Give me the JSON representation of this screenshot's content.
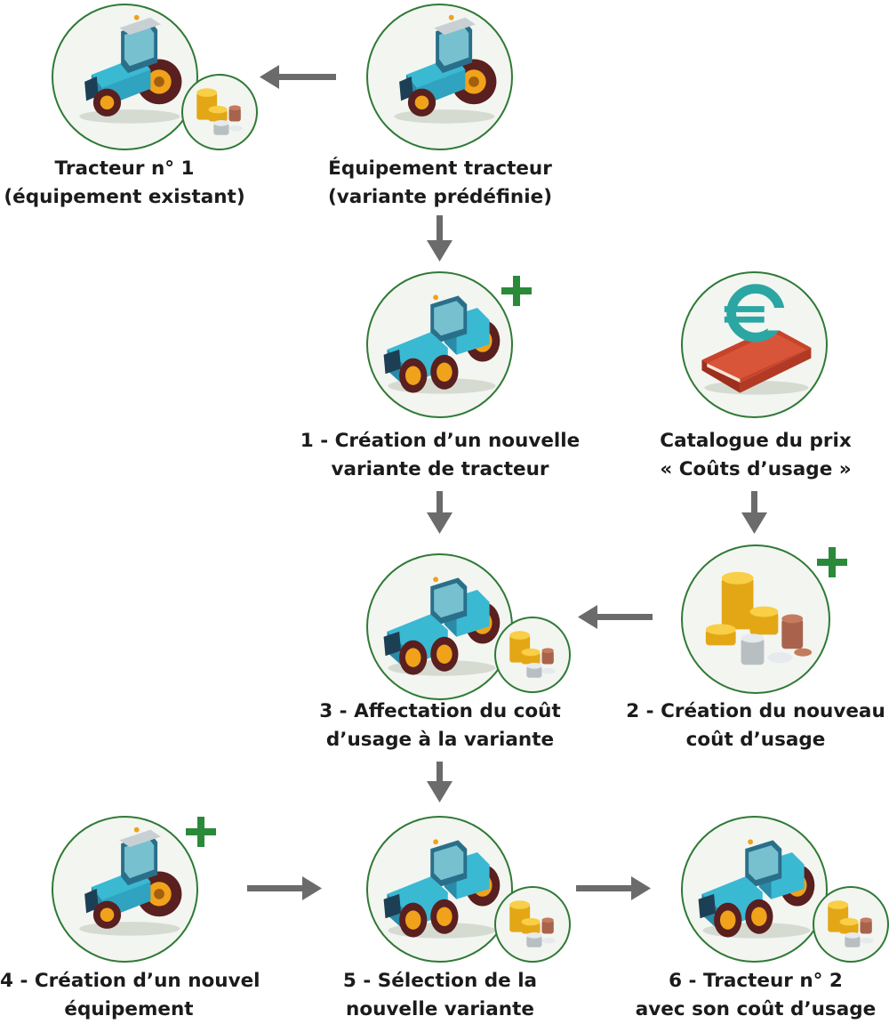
{
  "nodes": {
    "tracteur_1": {
      "line1": "Tracteur n° 1",
      "line2": "(équipement existant)"
    },
    "equipement": {
      "line1": "Équipement tracteur",
      "line2": "(variante prédéfinie)"
    },
    "step1": {
      "line1": "1 - Création d’un nouvelle",
      "line2": "variante de tracteur"
    },
    "catalogue": {
      "line1": "Catalogue du prix",
      "line2": "« Coûts d’usage »"
    },
    "step3": {
      "line1": "3 - Affectation du coût",
      "line2": "d’usage à la variante"
    },
    "step2": {
      "line1": "2 - Création du nouveau",
      "line2": "coût d’usage"
    },
    "step4": {
      "line1": "4 - Création d’un nouvel",
      "line2": "équipement"
    },
    "step5": {
      "line1": "5 - Sélection de la",
      "line2": "nouvelle variante"
    },
    "step6": {
      "line1": "6 - Tracteur n° 2",
      "line2": "avec son coût d’usage"
    }
  },
  "icons": {
    "tractor": "tractor-icon",
    "coins": "coins-icon",
    "book": "price-catalogue-book-icon",
    "euro": "euro-icon",
    "plus": "plus-icon",
    "arrow": "arrow-icon"
  },
  "colors": {
    "circle_border": "#2f7a35",
    "circle_fill": "#f3f5f1",
    "plus": "#2a8a3a",
    "arrow": "#6b6b6b",
    "tractor_body": "#3ab9d3",
    "tractor_dark": "#2a6f8a",
    "wheel": "#5a1f1f",
    "rim": "#f0a21a",
    "coin_gold": "#f6c12a",
    "coin_silver": "#d8dde0",
    "coin_copper": "#c47b5e",
    "book_red": "#c8432b",
    "euro_teal": "#2ba6a3"
  }
}
